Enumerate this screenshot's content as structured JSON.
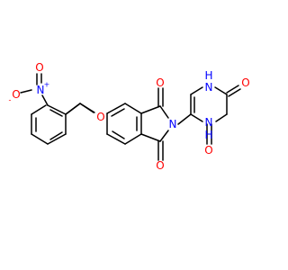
{
  "molecule": {
    "atom_labels": {
      "o_ether": "O",
      "o_imide_top": "O",
      "o_imide_bottom": "O",
      "n_imide": "N",
      "n_ring_1": "N",
      "h_ring_1": "H",
      "n_ring_3": "N",
      "h_ring_3": "H",
      "o_pyr_2": "O",
      "o_pyr_4": "O",
      "n_nitro": "N",
      "nitro_plus": "+",
      "o_nitro_top": "O",
      "o_nitro_minus": "O",
      "minus_sign": "-"
    },
    "colors": {
      "bond": "#000000",
      "oxygen": "#ff0000",
      "nitrogen": "#0000ff",
      "carbon": "#000000"
    }
  }
}
